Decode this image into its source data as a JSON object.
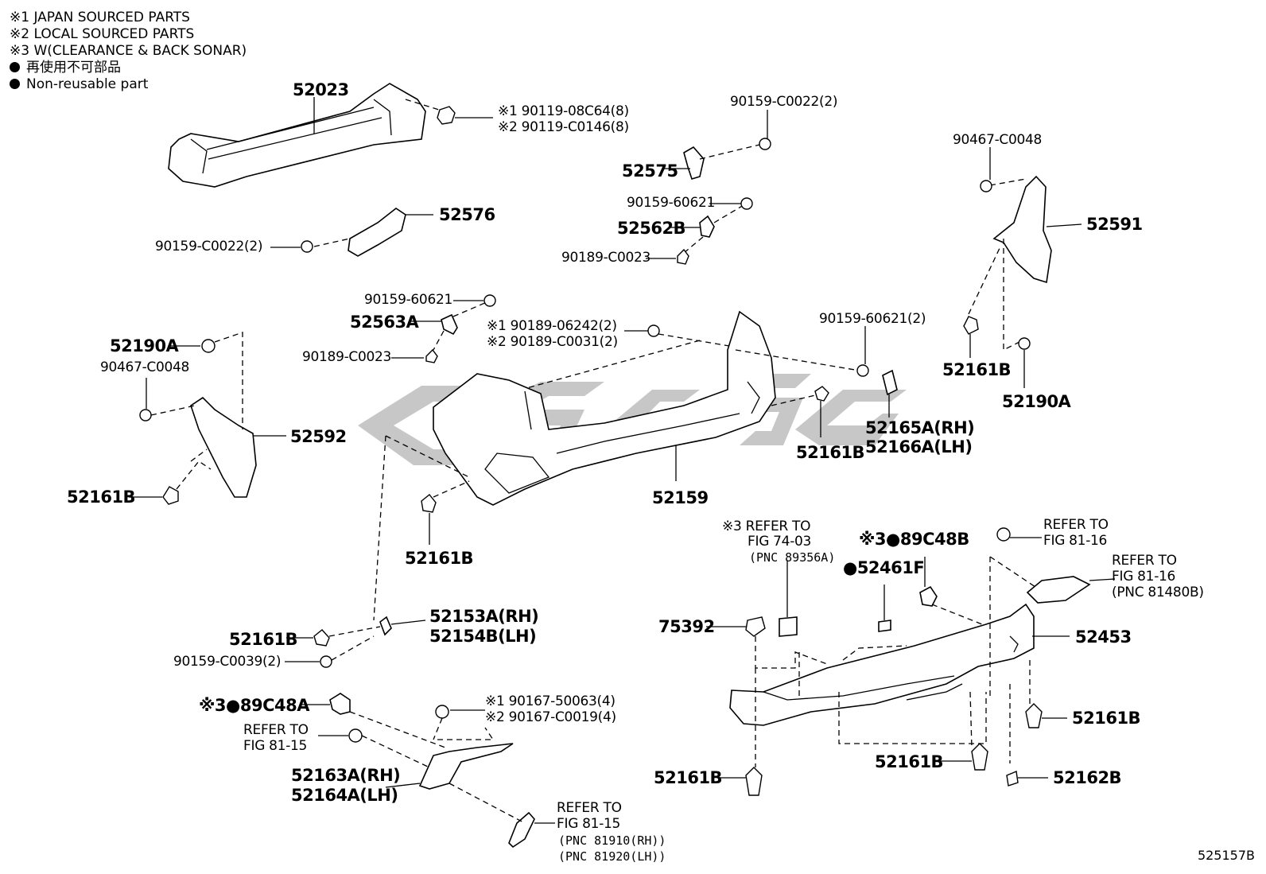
{
  "legend": {
    "items": [
      "※1 JAPAN SOURCED PARTS",
      "※2 LOCAL SOURCED PARTS",
      "※3 W(CLEARANCE & BACK SONAR)"
    ],
    "nonreusable_jp": "再使用不可部品",
    "nonreusable_en": "Non-reusable part"
  },
  "labels": {
    "p52023": "52023",
    "bolt_a1": "※1 90119-08C64(8)",
    "bolt_a2": "※2 90119-C0146(8)",
    "p52576": "52576",
    "screw_left": "90159-C0022(2)",
    "screw_top": "90159-C0022(2)",
    "p52575": "52575",
    "nut_60621_a": "90159-60621",
    "p52562b": "52562B",
    "clip_c0023_a": "90189-C0023",
    "nut_c0048_r": "90467-C0048",
    "p52591": "52591",
    "p52161b_r": "52161B",
    "p52190a_r": "52190A",
    "nut_60621_b": "90159-60621",
    "p52563a": "52563A",
    "clip_c0023_b": "90189-C0023",
    "clip_06242": "※1 90189-06242(2)",
    "clip_c0031": "※2 90189-C0031(2)",
    "nut_60621_c": "90159-60621(2)",
    "p52190a_l": "52190A",
    "nut_c0048_l": "90467-C0048",
    "p52592": "52592",
    "p52161b_l": "52161B",
    "p52165a": "52165A(RH)",
    "p52166a": "52166A(LH)",
    "p52161b_c": "52161B",
    "p52159": "52159",
    "p52161b_lc": "52161B",
    "refer_7403_a": "※3 REFER TO",
    "refer_7403_b": "FIG 74-03",
    "refer_7403_c": "(PNC 89356A)",
    "p89c48b": "※3●89C48B",
    "p52461f": "●52461F",
    "refer_8116_a1": "REFER TO",
    "refer_8116_a2": "FIG 81-16",
    "refer_8116_b1": "REFER TO",
    "refer_8116_b2": "FIG 81-16",
    "refer_8116_b3": "(PNC 81480B)",
    "p52153a": "52153A(RH)",
    "p52154b": "52154B(LH)",
    "p52161b_m": "52161B",
    "screw_c0039": "90159-C0039(2)",
    "p75392": "75392",
    "p52453": "52453",
    "p89c48a": "※3●89C48A",
    "refer_8115_a1": "REFER TO",
    "refer_8115_a2": "FIG 81-15",
    "bolt_50063": "※1 90167-50063(4)",
    "bolt_c0019": "※2 90167-C0019(4)",
    "p52163a": "52163A(RH)",
    "p52164a": "52164A(LH)",
    "refer_8115_b1": "REFER TO",
    "refer_8115_b2": "FIG 81-15",
    "refer_8115_b3": "(PNC 81910(RH))",
    "refer_8115_b4": "(PNC 81920(LH))",
    "p52161b_rl": "52161B",
    "p52161b_rb": "52161B",
    "p52161b_ll": "52161B",
    "p52162b": "52162B"
  },
  "figure_code": "525157B"
}
